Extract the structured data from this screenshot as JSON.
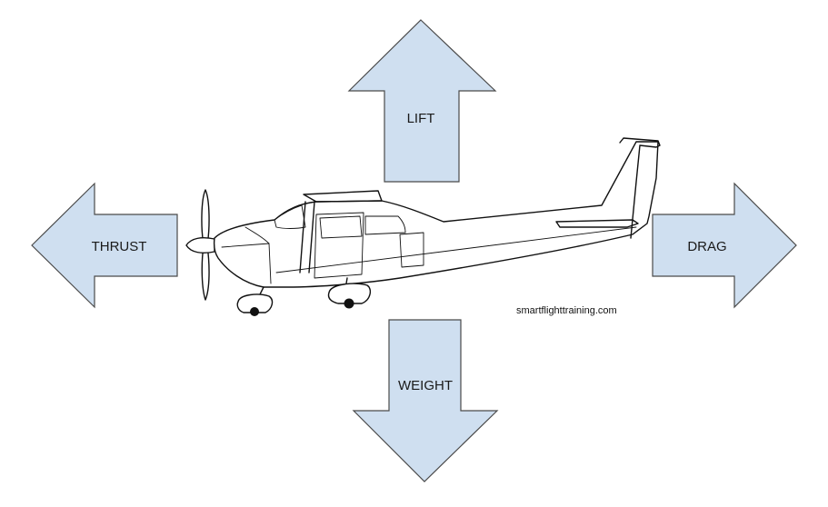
{
  "forces": {
    "lift": "LIFT",
    "thrust": "THRUST",
    "drag": "DRAG",
    "weight": "WEIGHT"
  },
  "credit": "smartflighttraining.com",
  "colors": {
    "arrow_fill": "#cfdff0",
    "arrow_stroke": "#4a4a4a"
  }
}
